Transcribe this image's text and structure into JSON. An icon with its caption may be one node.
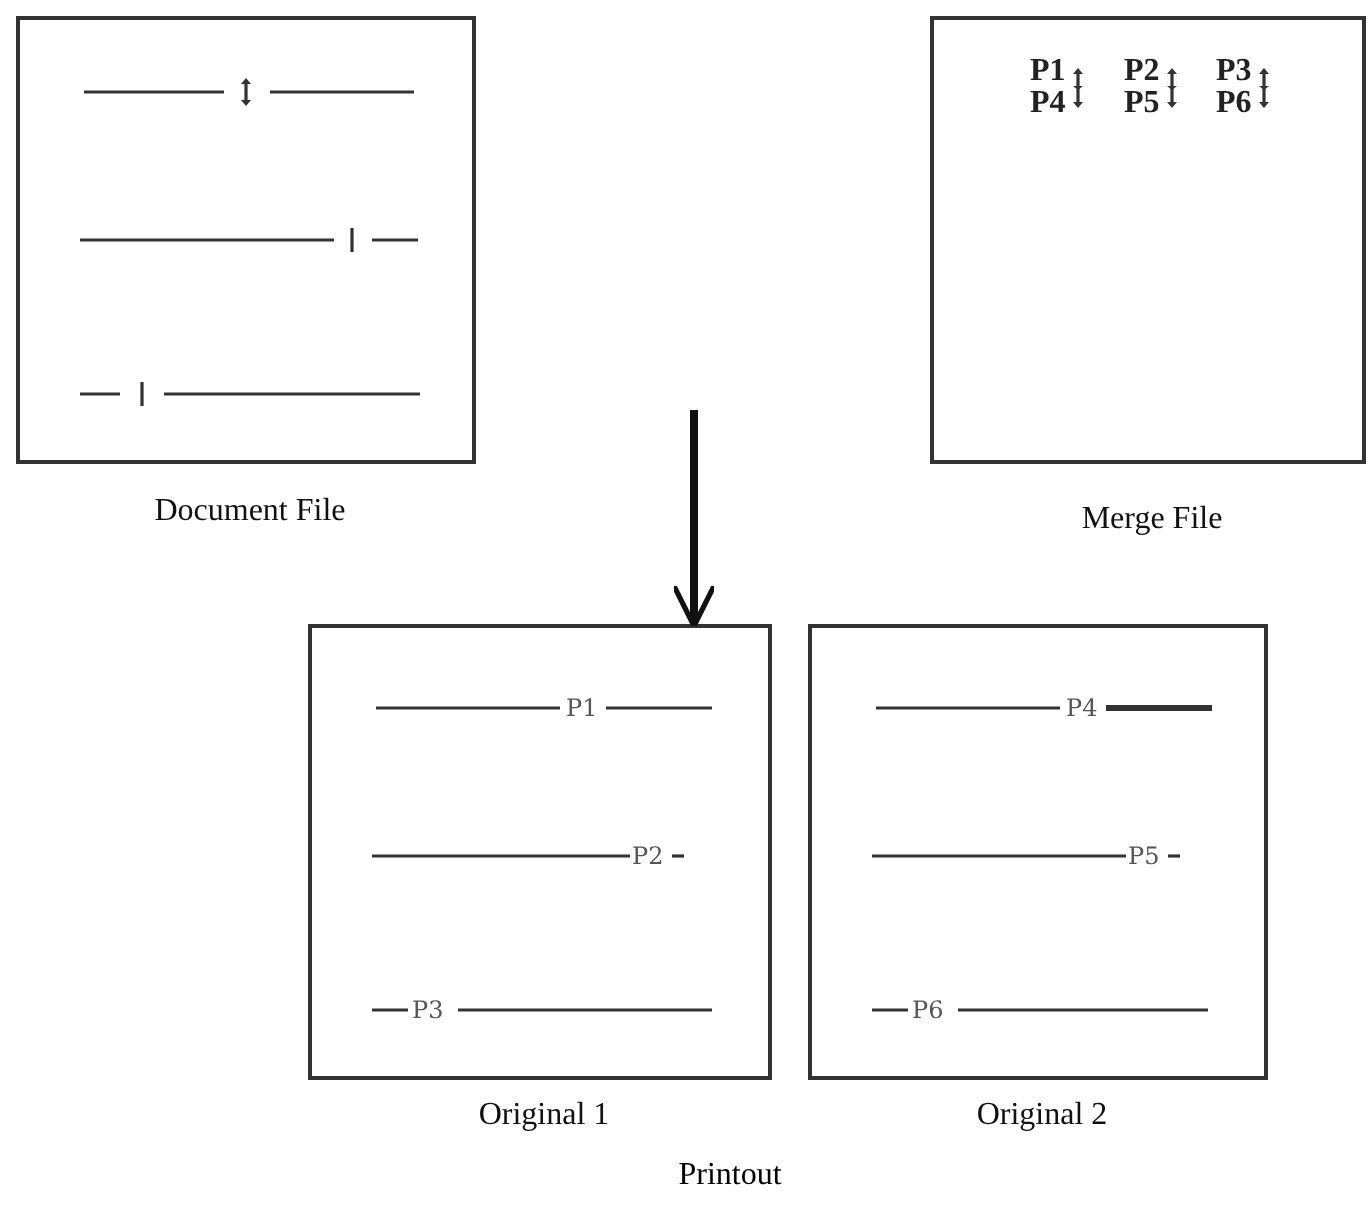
{
  "diagram": {
    "nodes": [
      {
        "text": [
          "Document File"
        ]
      },
      {
        "text": [
          "P1",
          "P2",
          "P3",
          "P4",
          "P5",
          "P6",
          "Merge File"
        ]
      },
      {
        "text": [
          "P1",
          "P2",
          "P3",
          "Original 1"
        ]
      },
      {
        "text": [
          "P4",
          "P5",
          "P6",
          "Original 2"
        ]
      }
    ],
    "edges": [
      {
        "from": null,
        "to": 2,
        "arrow": "to"
      }
    ],
    "labels": [
      "Printout"
    ]
  }
}
